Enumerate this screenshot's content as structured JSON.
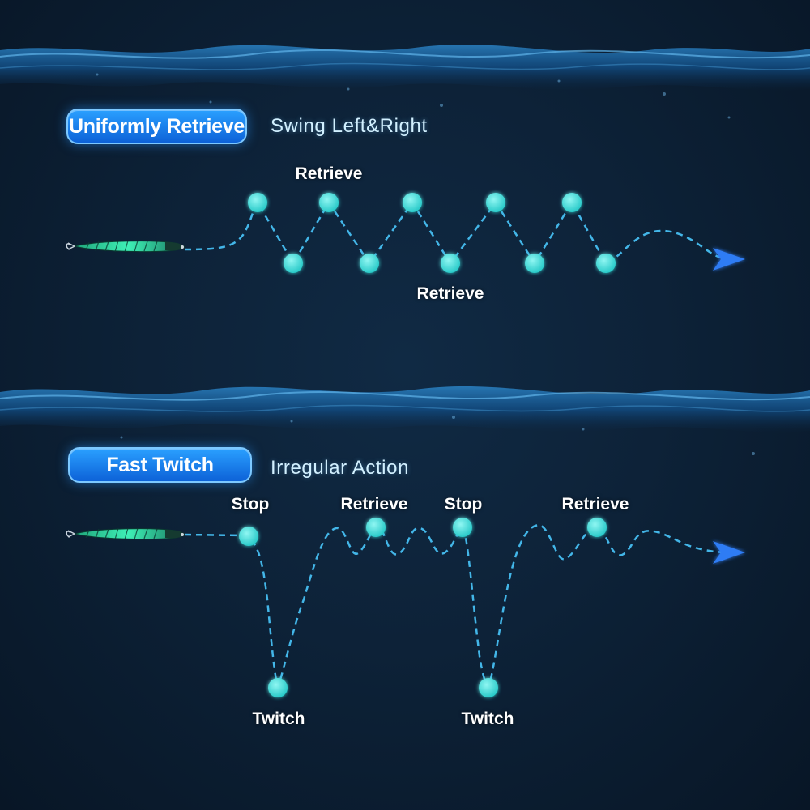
{
  "sections": [
    {
      "title": "Uniformly Retrieve",
      "subtitle": "Swing Left&Right",
      "labels": [
        "Retrieve",
        "Retrieve"
      ]
    },
    {
      "title": "Fast Twitch",
      "subtitle": "Irregular Action",
      "labels": [
        "Stop",
        "Retrieve",
        "Stop",
        "Retrieve",
        "Twitch",
        "Twitch"
      ]
    }
  ],
  "colors": {
    "node": "#36ddd8",
    "path": "#43b6e8",
    "arrow": "#2f7cf4",
    "pill": "#1a86f0",
    "lure_body": "#29d39a"
  }
}
